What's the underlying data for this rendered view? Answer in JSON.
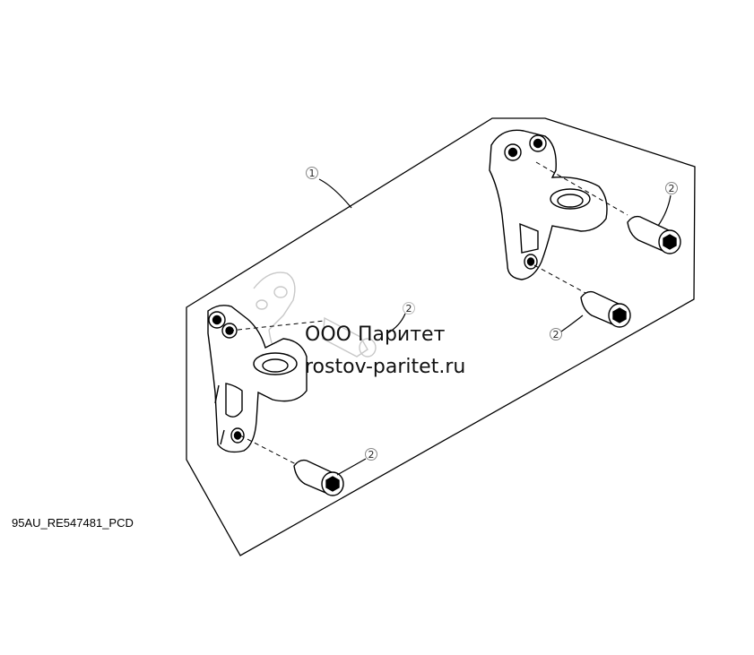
{
  "watermark": {
    "line1": "ООО Паритет",
    "line2": "rostov-paritet.ru"
  },
  "callouts": {
    "kit": "1",
    "bolt": "2"
  },
  "drawing_code": "95AU_RE547481_PCD",
  "colors": {
    "line": "#000000",
    "ghost": "#c8c8c8",
    "background": "#ffffff"
  },
  "icons": {
    "callout_marker": "circled-number",
    "bolt_head": "hex-socket-cap"
  }
}
